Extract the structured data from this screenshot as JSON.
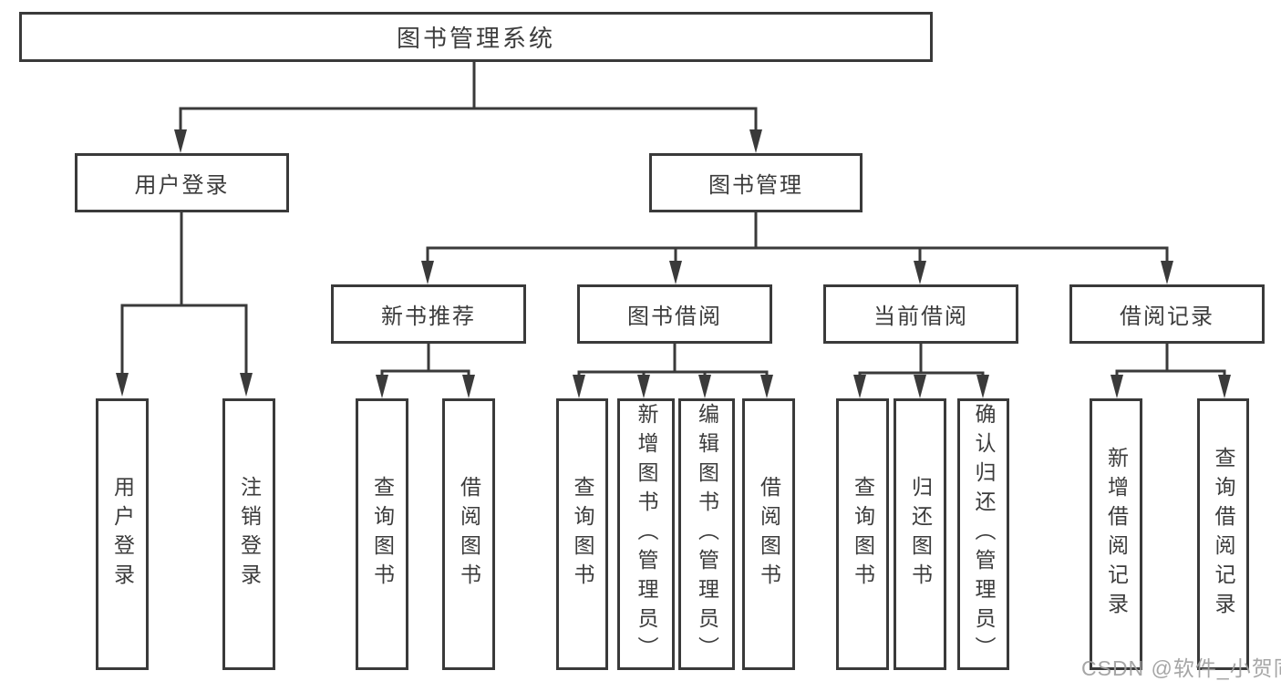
{
  "diagram": {
    "title": "图书管理系统",
    "level2": [
      "用户登录",
      "图书管理"
    ],
    "level3": [
      "新书推荐",
      "图书借阅",
      "当前借阅",
      "借阅记录"
    ],
    "leaves": {
      "user_login": [
        "用户登录",
        "注销登录"
      ],
      "new_books": [
        "查询图书",
        "借阅图书"
      ],
      "book_borrow": [
        "查询图书",
        "新增图书（管理员）",
        "编辑图书（管理员）",
        "借阅图书"
      ],
      "current_borrow": [
        "查询图书",
        "归还图书",
        "确认归还（管理员）"
      ],
      "borrow_records": [
        "新增借阅记录",
        "查询借阅记录"
      ]
    },
    "watermark": "CSDN @软件_小贺同学",
    "colors": {
      "line": "#3a3a3a",
      "text": "#3c3c3c",
      "watermark": "#9e9e9e",
      "background": "#ffffff"
    }
  }
}
